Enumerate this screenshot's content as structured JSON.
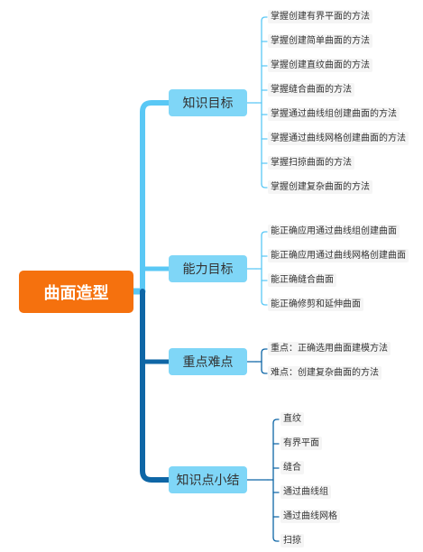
{
  "root": "曲面造型",
  "branches": [
    {
      "label": "知识目标",
      "items": [
        "掌握创建有界平面的方法",
        "掌握创建简单曲面的方法",
        "掌握创建直纹曲面的方法",
        "掌握缝合曲面的方法",
        "掌握通过曲线组创建曲面的方法",
        "掌握通过曲线网格创建曲面的方法",
        "掌握扫掠曲面的方法",
        "掌握创建复杂曲面的方法"
      ]
    },
    {
      "label": "能力目标",
      "items": [
        "能正确应用通过曲线组创建曲面",
        "能正确应用通过曲线网格创建曲面",
        "能正确缝合曲面",
        "能正确修剪和延伸曲面"
      ]
    },
    {
      "label": "重点难点",
      "items": [
        "重点：正确选用曲面建模方法",
        "难点：创建复杂曲面的方法"
      ]
    },
    {
      "label": "知识点小结",
      "items": [
        "直纹",
        "有界平面",
        "缝合",
        "通过曲线组",
        "通过曲线网格",
        "扫掠"
      ]
    }
  ]
}
